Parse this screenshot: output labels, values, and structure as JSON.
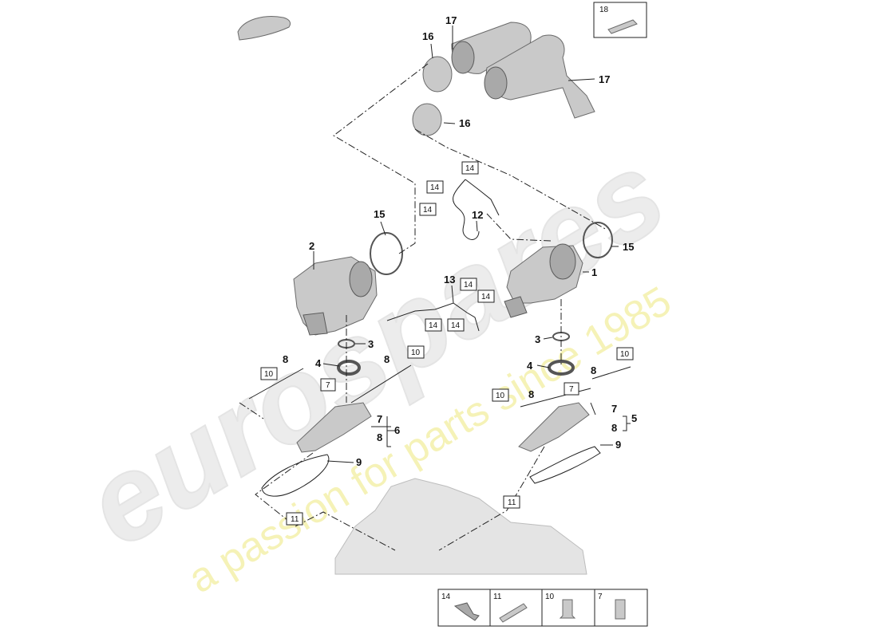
{
  "parts": {
    "p1": "1",
    "p2": "2",
    "p3": "3",
    "p4": "4",
    "p5": "5",
    "p6": "6",
    "p7": "7",
    "p8": "8",
    "p9": "9",
    "p10": "10",
    "p11": "11",
    "p12": "12",
    "p13": "13",
    "p14": "14",
    "p15": "15",
    "p16": "16",
    "p17": "17",
    "p18": "18"
  },
  "watermark": {
    "brand": "eurospares",
    "tagline": "a passion for parts since 1985"
  },
  "legend": [
    {
      "number": "14"
    },
    {
      "number": "11"
    },
    {
      "number": "10"
    },
    {
      "number": "7"
    }
  ],
  "colors": {
    "lines": "#222222",
    "parts": "#c9c9c9",
    "watermark": "#e6e6e6",
    "tagline": "#f3efa6"
  }
}
